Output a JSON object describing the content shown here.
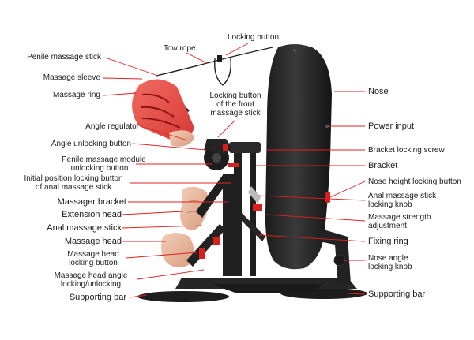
{
  "labels": {
    "penile_massage_stick": "Penile massage stick",
    "tow_rope": "Tow rope",
    "locking_button": "Locking button",
    "massage_sleeve": "Massage sleeve",
    "massage_ring": "Massage ring",
    "locking_button_front_l1": "Locking button",
    "locking_button_front_l2": "of the front",
    "locking_button_front_l3": "massage stick",
    "angle_regulator": "Angle regulator",
    "angle_unlocking_button": "Angle unlocking button",
    "penile_module_unlock_l1": "Penile massage module",
    "penile_module_unlock_l2": "unlocking button",
    "initial_position_l1": "Initial position locking button",
    "initial_position_l2": "of anal massage stick",
    "massager_bracket": "Massager bracket",
    "extension_head": "Extension head",
    "anal_massage_stick": "Anal massage stick",
    "massage_head": "Massage head",
    "massage_head_lock_l1": "Massage head",
    "massage_head_lock_l2": "locking button",
    "massage_head_angle_l1": "Massage head angle",
    "massage_head_angle_l2": "locking/unlocking",
    "supporting_bar_left": "Supporting bar",
    "nose": "Nose",
    "power_input": "Power input",
    "bracket_locking_screw": "Bracket locking screw",
    "bracket": "Bracket",
    "nose_height_locking_button": "Nose height locking button",
    "anal_stick_locking_l1": "Anal massage stick",
    "anal_stick_locking_l2": "locking knob",
    "strength_adjust_l1": "Massage strength",
    "strength_adjust_l2": "adjustment",
    "fixing_ring": "Fixing ring",
    "nose_angle_l1": "Nose angle",
    "nose_angle_l2": "locking knob",
    "supporting_bar_right": "Supporting bar"
  },
  "colors": {
    "leader_line": "#e02020",
    "device_body": "#2a2a2a",
    "sleeve_red": "#e8443f",
    "skin_tone": "#e9b9a0",
    "accent_red": "#d91e1e"
  }
}
